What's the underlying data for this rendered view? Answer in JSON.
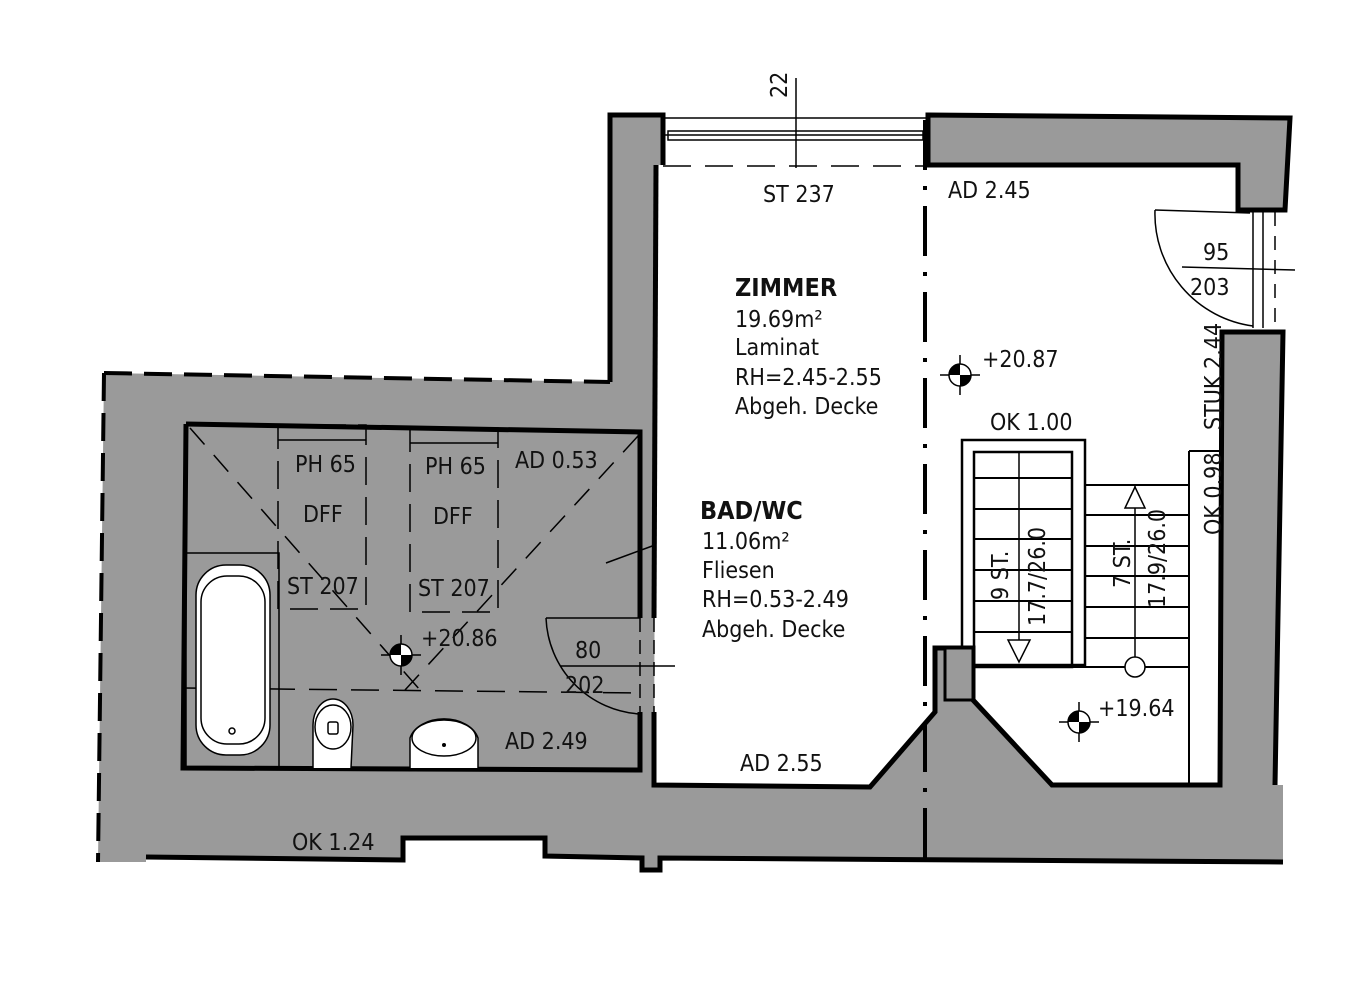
{
  "plan": {
    "colors": {
      "wall_fill": "#9a9a9a",
      "line": "#000000",
      "background": "#ffffff"
    },
    "dimension_top": "22",
    "rooms": [
      {
        "name": "ZIMMER",
        "area": "19.69m²",
        "floor": "Laminat",
        "room_height": "RH=2.45-2.55",
        "ceiling": "Abgeh. Decke"
      },
      {
        "name": "BAD/WC",
        "area": "11.06m²",
        "floor": "Fliesen",
        "room_height": "RH=0.53-2.49",
        "ceiling": "Abgeh. Decke"
      }
    ],
    "labels": {
      "st_237": "ST 237",
      "ad_245": "AD 2.45",
      "door_right_width": "95",
      "door_right_height": "203",
      "stuk_244": "STUK 2.44",
      "ok_098": "OK 0.98",
      "ok_100": "OK 1.00",
      "stairs_left_count": "9 ST.",
      "stairs_left_ratio": "17.7/26.0",
      "stairs_right_count": "7 ST.",
      "stairs_right_ratio": "17.9/26.0",
      "ad_053": "AD 0.53",
      "skylight_1_ph": "PH 65",
      "skylight_1_type": "DFF",
      "skylight_1_st": "ST 207",
      "skylight_2_ph": "PH 65",
      "skylight_2_type": "DFF",
      "skylight_2_st": "ST 207",
      "door_bath_width": "80",
      "door_bath_height": "202",
      "ad_249": "AD 2.49",
      "ad_255": "AD 2.55",
      "ok_124": "OK 1.24"
    },
    "elevations": [
      {
        "id": "zimmer",
        "value": "+20.87"
      },
      {
        "id": "bad",
        "value": "+20.86"
      },
      {
        "id": "stair",
        "value": "+19.64"
      }
    ]
  }
}
